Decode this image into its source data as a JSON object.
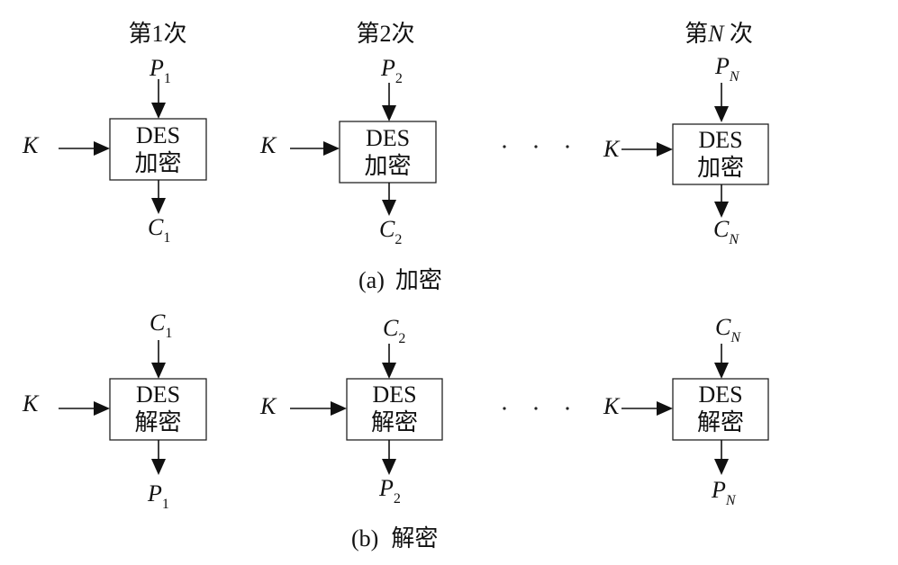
{
  "headers": {
    "h1": "第1次",
    "h2": "第2次",
    "hN_prefix": "第",
    "hN_var": "N",
    "hN_suffix": " 次"
  },
  "key_symbol": "K",
  "box_title": "DES",
  "encrypt": {
    "op_label": "加密",
    "caption_tag": "(a)",
    "caption_text": "加密",
    "inputs": [
      {
        "var": "P",
        "sub": "1"
      },
      {
        "var": "P",
        "sub": "2"
      },
      {
        "var": "P",
        "sub": "N"
      }
    ],
    "outputs": [
      {
        "var": "C",
        "sub": "1"
      },
      {
        "var": "C",
        "sub": "2"
      },
      {
        "var": "C",
        "sub": "N"
      }
    ]
  },
  "decrypt": {
    "op_label": "解密",
    "caption_tag": "(b)",
    "caption_text": "解密",
    "inputs": [
      {
        "var": "C",
        "sub": "1"
      },
      {
        "var": "C",
        "sub": "2"
      },
      {
        "var": "C",
        "sub": "N"
      }
    ],
    "outputs": [
      {
        "var": "P",
        "sub": "1"
      },
      {
        "var": "P",
        "sub": "2"
      },
      {
        "var": "P",
        "sub": "N"
      }
    ]
  },
  "ellipsis": "· · ·"
}
